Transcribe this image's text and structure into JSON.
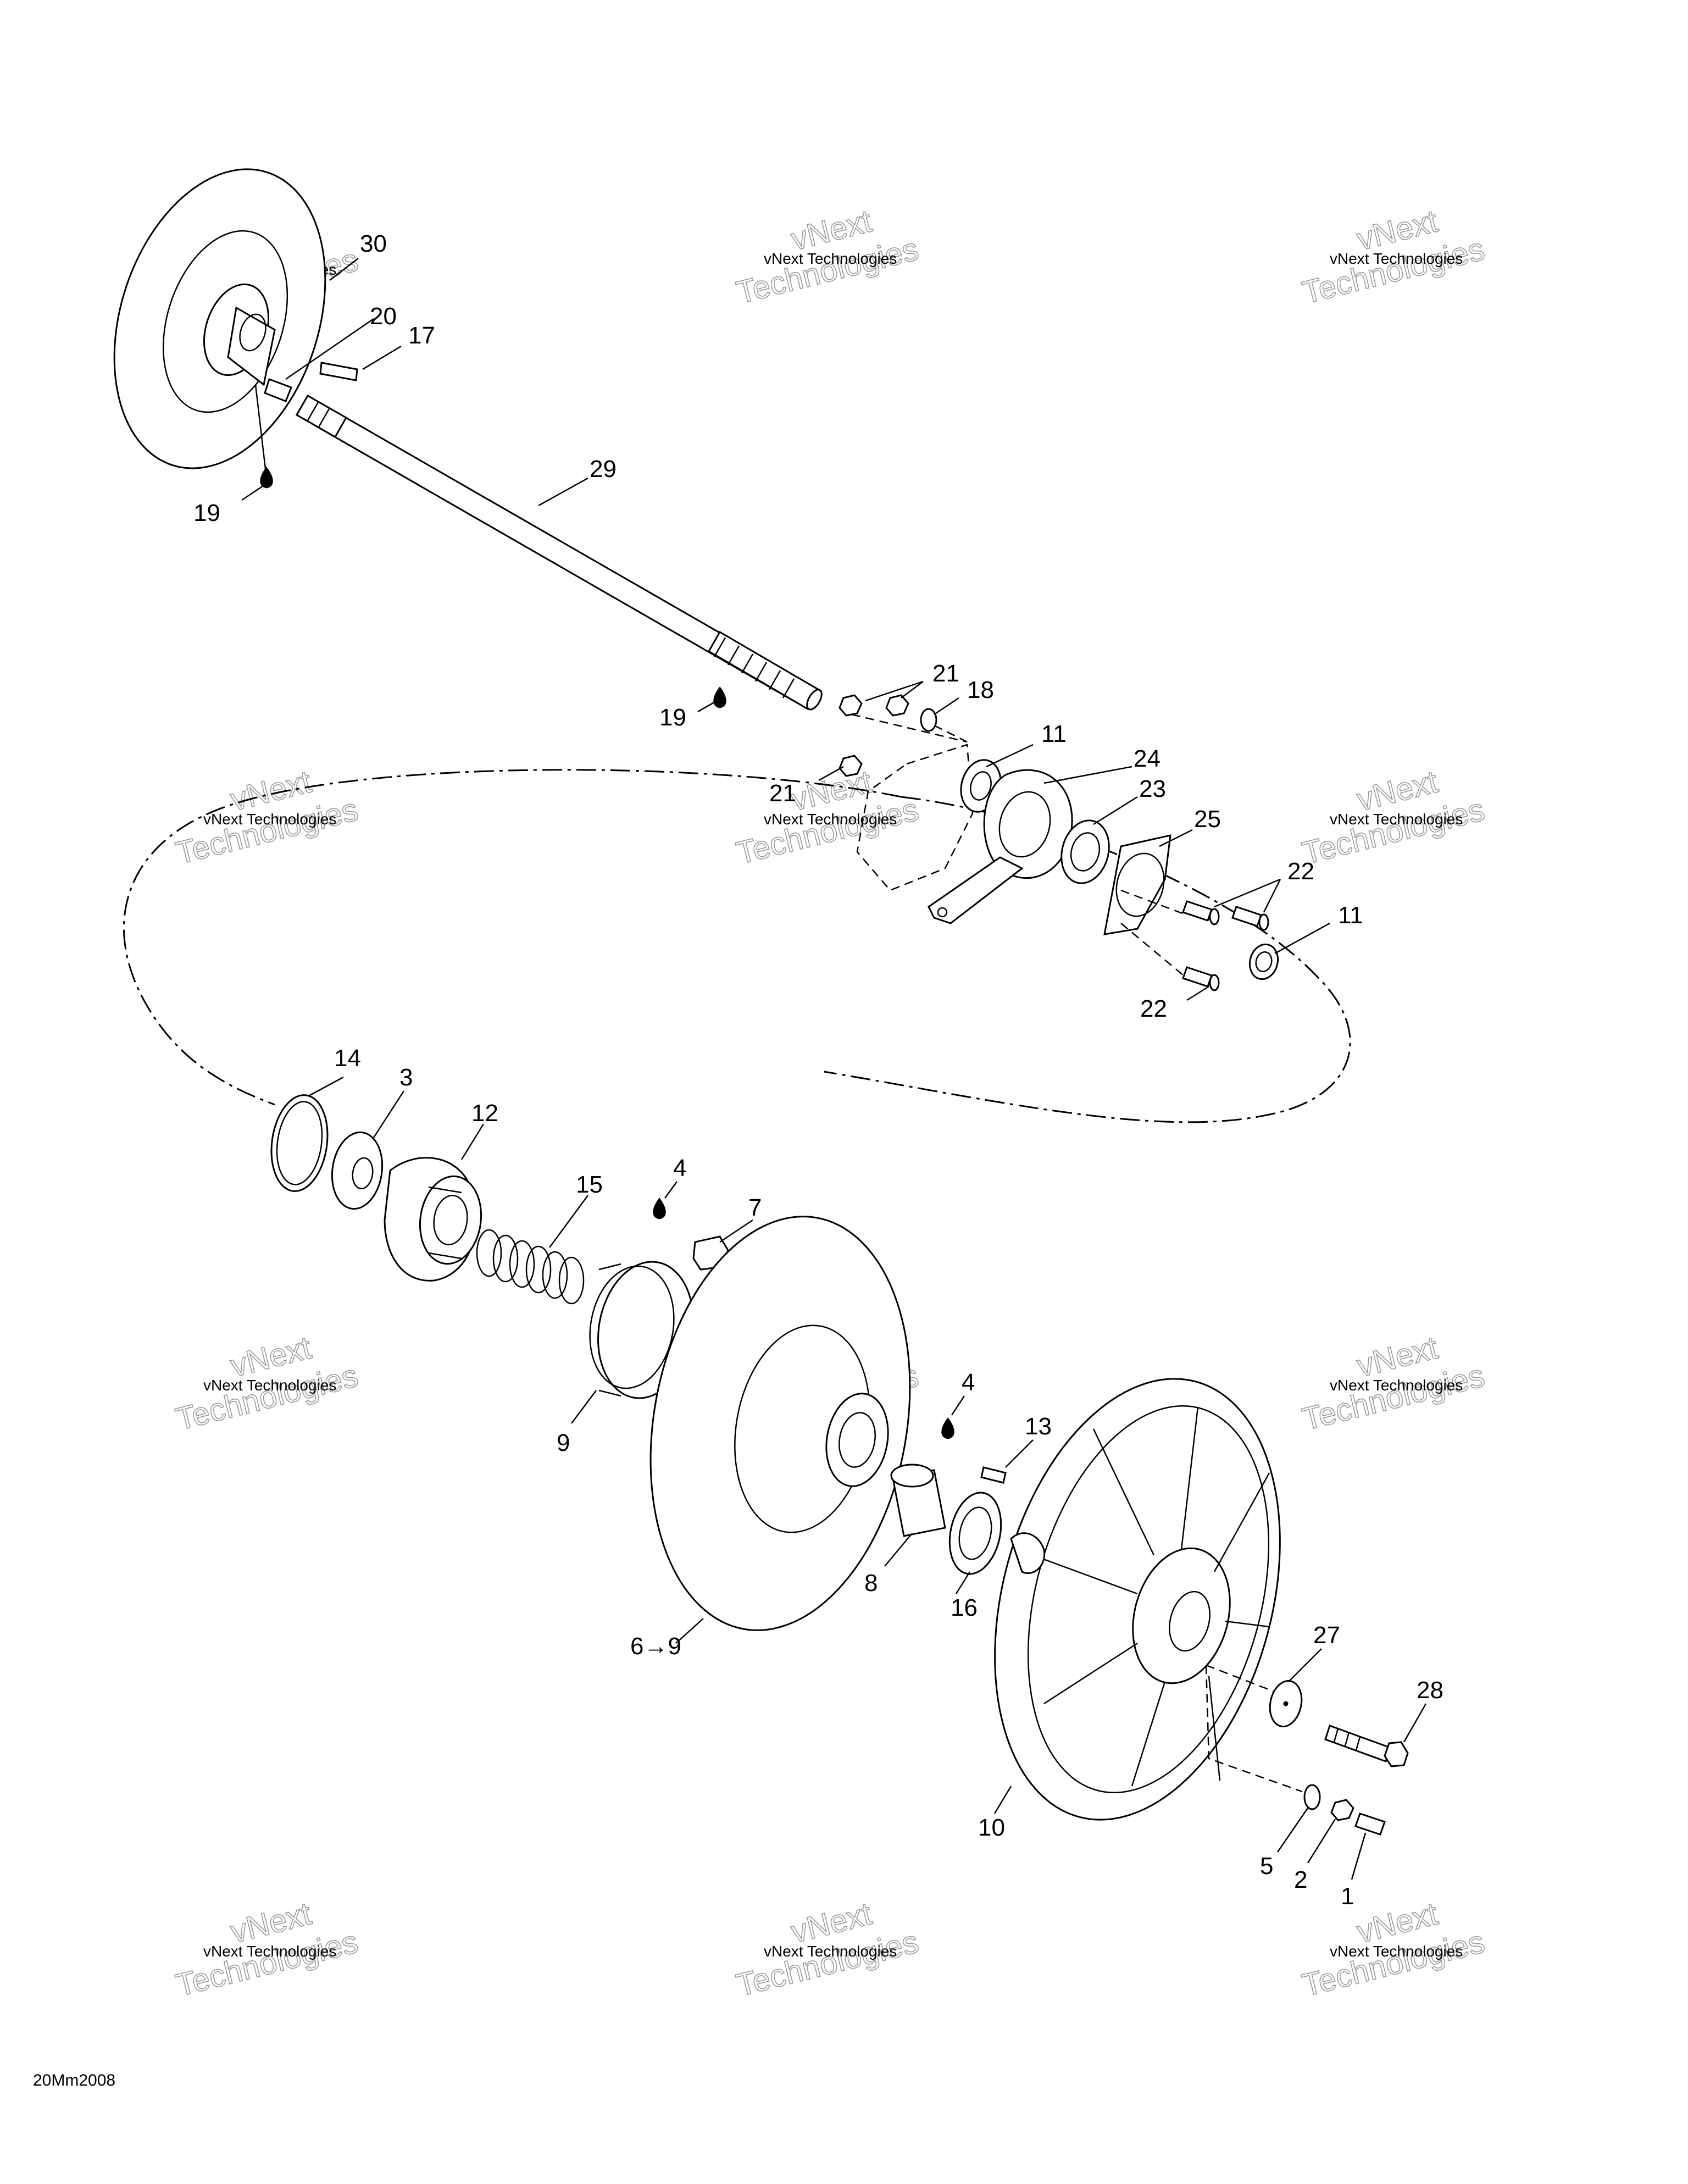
{
  "diagram_ref": "20Mm2008",
  "watermark": {
    "line1": "vNext Technologies",
    "line2": "vNext",
    "line3": "Technologies"
  },
  "callouts": {
    "c30": "30",
    "c20": "20",
    "c17": "17",
    "c19a": "19",
    "c29": "29",
    "c21a": "21",
    "c18": "18",
    "c19b": "19",
    "c11a": "11",
    "c24": "24",
    "c21b": "21",
    "c23": "23",
    "c25": "25",
    "c22a": "22",
    "c11b": "11",
    "c22b": "22",
    "c14": "14",
    "c3": "3",
    "c12": "12",
    "c15": "15",
    "c4a": "4",
    "c7": "7",
    "c9": "9",
    "c4b": "4",
    "c13": "13",
    "c8": "8",
    "c16": "16",
    "c6": "6→9",
    "c27": "27",
    "c28": "28",
    "c10": "10",
    "c5": "5",
    "c2": "2",
    "c1": "1"
  },
  "colors": {
    "ink": "#000000",
    "paper": "#ffffff",
    "watermark": "#9a9a9a"
  }
}
